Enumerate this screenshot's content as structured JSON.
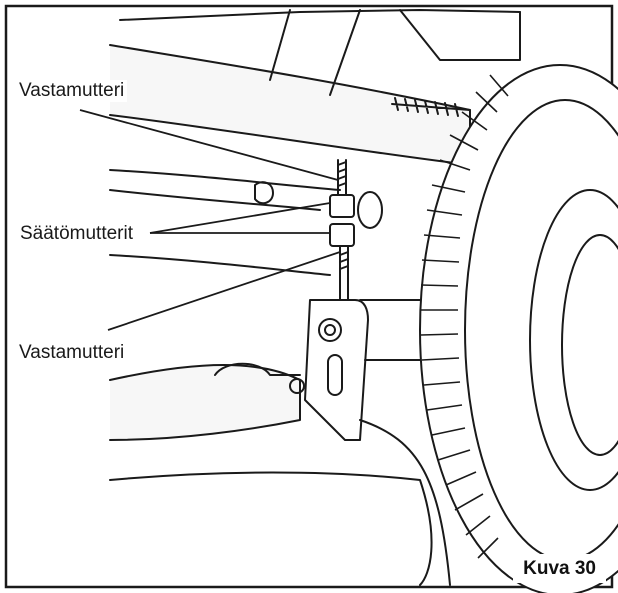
{
  "callouts": {
    "top_locknut": "Vastamutteri",
    "adjusting_nuts": "Säätömutterit",
    "bottom_locknut": "Vastamutteri"
  },
  "figure_caption": "Kuva 30",
  "colors": {
    "line": "#1a1a1a",
    "background": "#ffffff",
    "shade": "#f2f2f2"
  }
}
